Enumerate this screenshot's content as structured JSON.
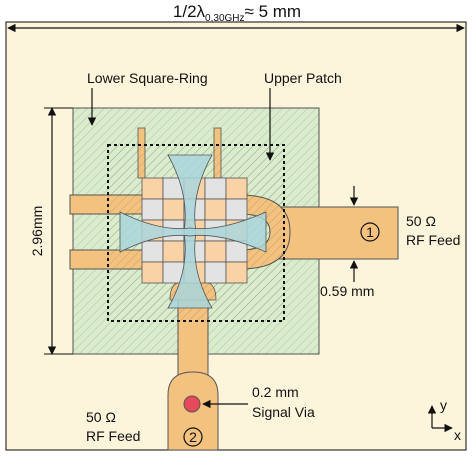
{
  "labels": {
    "top_width_prefix": "1/2λ",
    "top_width_sub": "0,30GHz",
    "top_width_suffix": "≈ 5 mm",
    "lower_ring": "Lower Square-Ring",
    "upper_patch": "Upper Patch",
    "height_dim": "2.96mm",
    "feed1_line1": "50 Ω",
    "feed1_line2": "RF Feed",
    "feed1_width": "0.59 mm",
    "feed2_line1": "50 Ω",
    "feed2_line2": "RF Feed",
    "via_size": "0.2 mm",
    "via_name": "Signal Via",
    "port1": "1",
    "port2": "2",
    "axis_x": "x",
    "axis_y": "y"
  },
  "colors": {
    "substrate": "#fdf4dc",
    "ring": "#d9eccb",
    "feedline": "#f4c27f",
    "patch_cell": "#f9d3a6",
    "patch_cell_alt": "#e3e3e3",
    "cross": "#a9d6dc",
    "via": "#e8495a"
  }
}
